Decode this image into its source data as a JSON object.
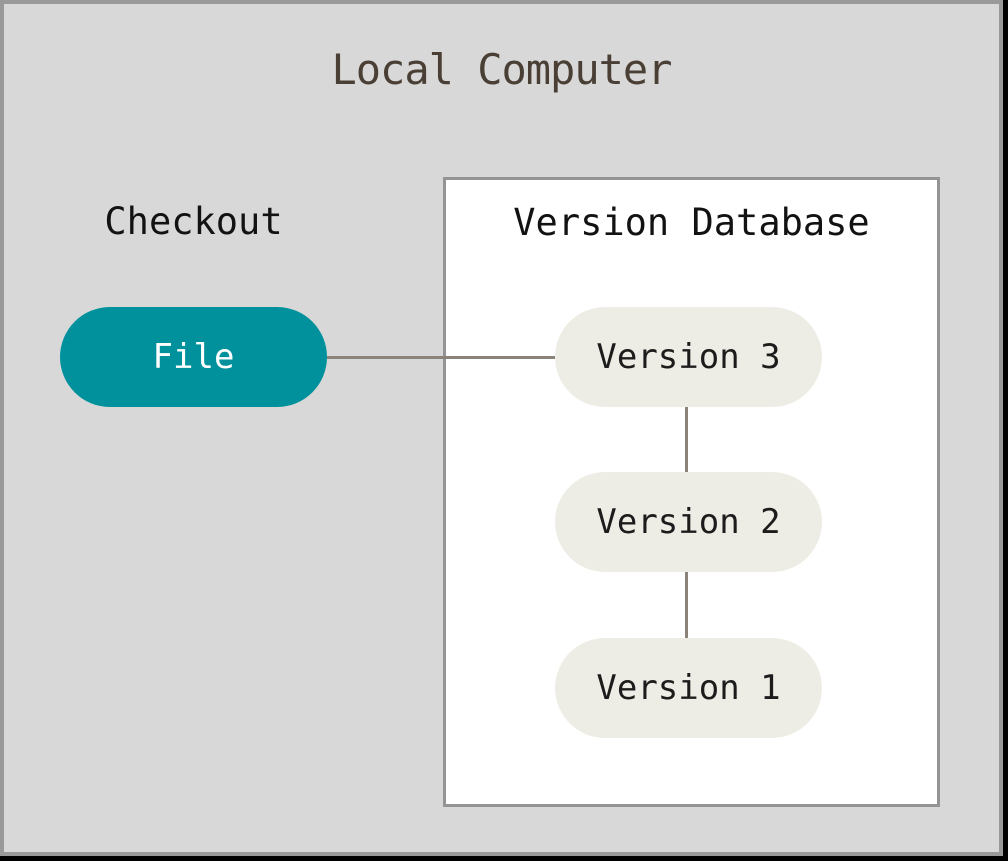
{
  "diagram": {
    "title": "Local Computer",
    "checkout": {
      "label": "Checkout",
      "file_node": "File"
    },
    "version_database": {
      "label": "Version Database",
      "nodes": [
        "Version 3",
        "Version 2",
        "Version 1"
      ]
    },
    "connections": [
      {
        "from": "File",
        "to": "Version 3"
      },
      {
        "from": "Version 3",
        "to": "Version 2"
      },
      {
        "from": "Version 2",
        "to": "Version 1"
      }
    ]
  },
  "colors": {
    "frame_background": "#d8d8d8",
    "frame_border": "#999999",
    "edge_shadow": "#000000",
    "title_text": "#4a3f35",
    "label_text": "#121212",
    "file_pill_background": "#00919c",
    "file_pill_text": "#ffffff",
    "version_pill_background": "#eeede5",
    "version_pill_text": "#1c1c1c",
    "database_box_background": "#ffffff",
    "database_box_border": "#949494",
    "connector_line": "#8b8279"
  }
}
